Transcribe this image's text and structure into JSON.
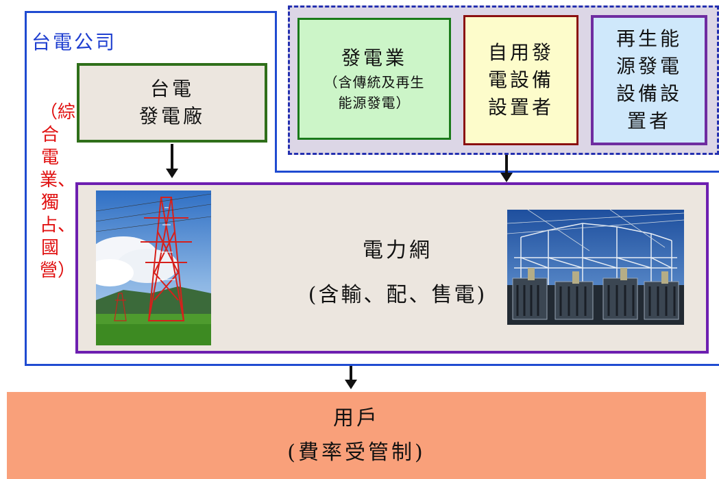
{
  "company": {
    "title": "台電公司",
    "note": "（綜合電業、獨占、國營）"
  },
  "private_group": {
    "generation": {
      "title": "發電業",
      "subtitle_line1": "（含傳統及再生",
      "subtitle_line2": "能源發電）"
    },
    "self_use": {
      "line1": "自用發",
      "line2": "電設備",
      "line3": "設置者"
    },
    "renewable": {
      "line1": "再生能",
      "line2": "源發電",
      "line3": "設備設",
      "line4": "置者"
    }
  },
  "taipower_plant": {
    "line1": "台電",
    "line2": "發電廠"
  },
  "grid": {
    "title": "電力網",
    "subtitle": "(含輸、配、售電)"
  },
  "customer": {
    "title": "用戶",
    "subtitle": "(費率受管制)"
  },
  "colors": {
    "company_border": "#1f4bd1",
    "note_text": "#e01010",
    "generation_fill": "#ccf5c8",
    "self_use_fill": "#fdfccb",
    "renewable_fill": "#cfe8fb",
    "grid_border": "#6d1fb0",
    "customer_fill": "#f9a07a"
  }
}
